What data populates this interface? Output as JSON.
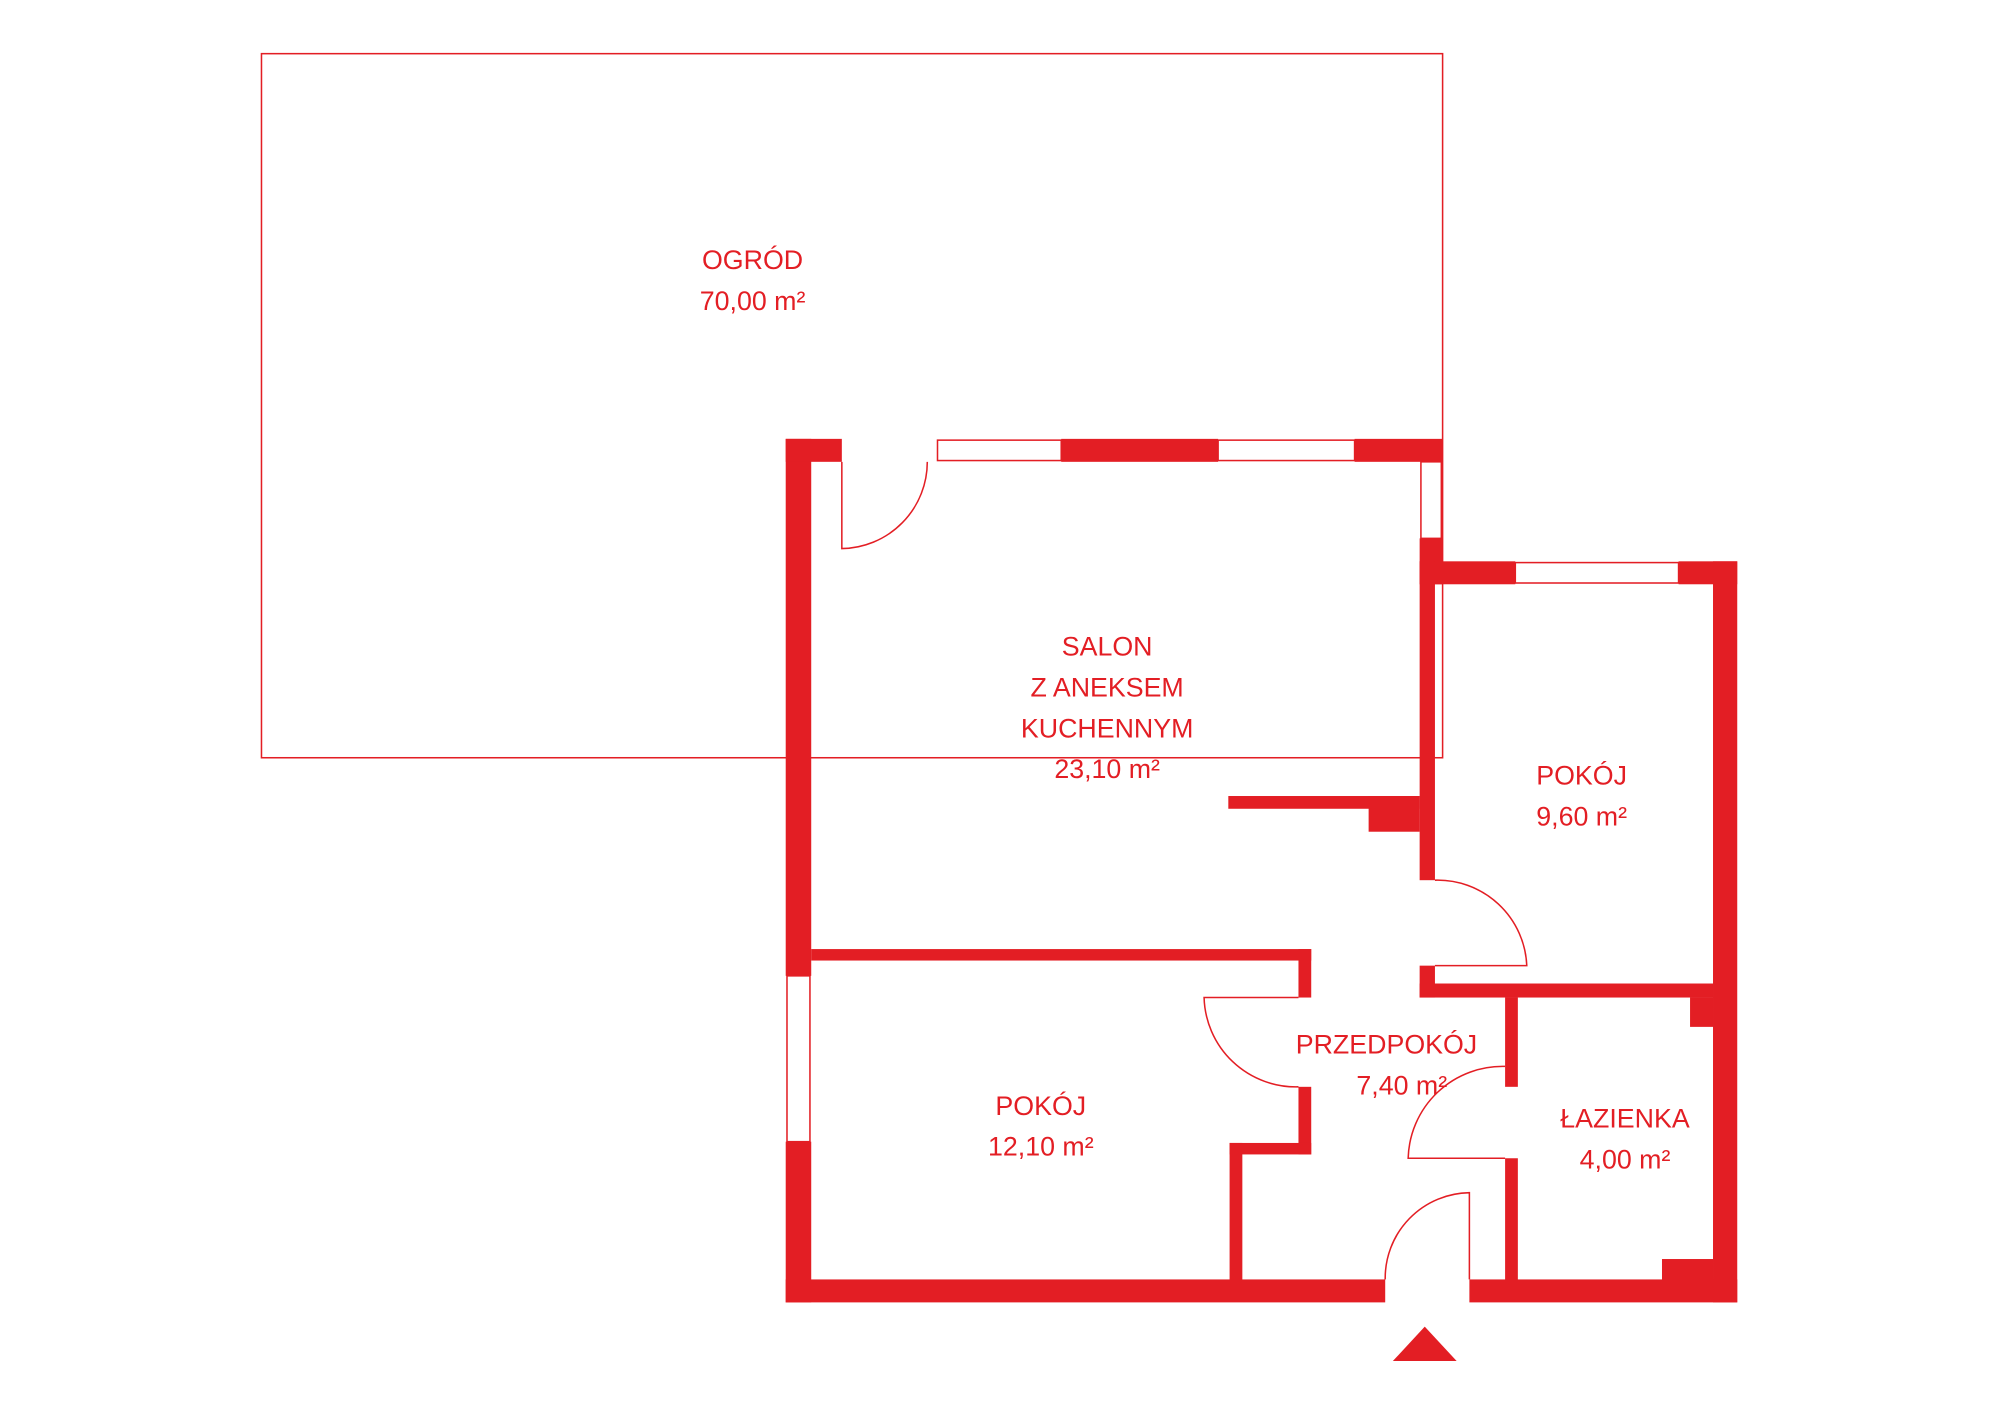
{
  "colors": {
    "accent": "#e31e24"
  },
  "rooms": {
    "garden": {
      "name": "OGRÓD",
      "area": "70,00 m²"
    },
    "living": {
      "name_line1": "SALON",
      "name_line2": "Z ANEKSEM",
      "name_line3": "KUCHENNYM",
      "area": "23,10 m²"
    },
    "room_small": {
      "name": "POKÓJ",
      "area": "9,60 m²"
    },
    "hall": {
      "name": "PRZEDPOKÓJ",
      "area": "7,40 m²"
    },
    "room_large": {
      "name": "POKÓJ",
      "area": "12,10 m²"
    },
    "bathroom": {
      "name": "ŁAZIENKA",
      "area": "4,00 m²"
    }
  },
  "entrance_marker": "entrance-triangle"
}
